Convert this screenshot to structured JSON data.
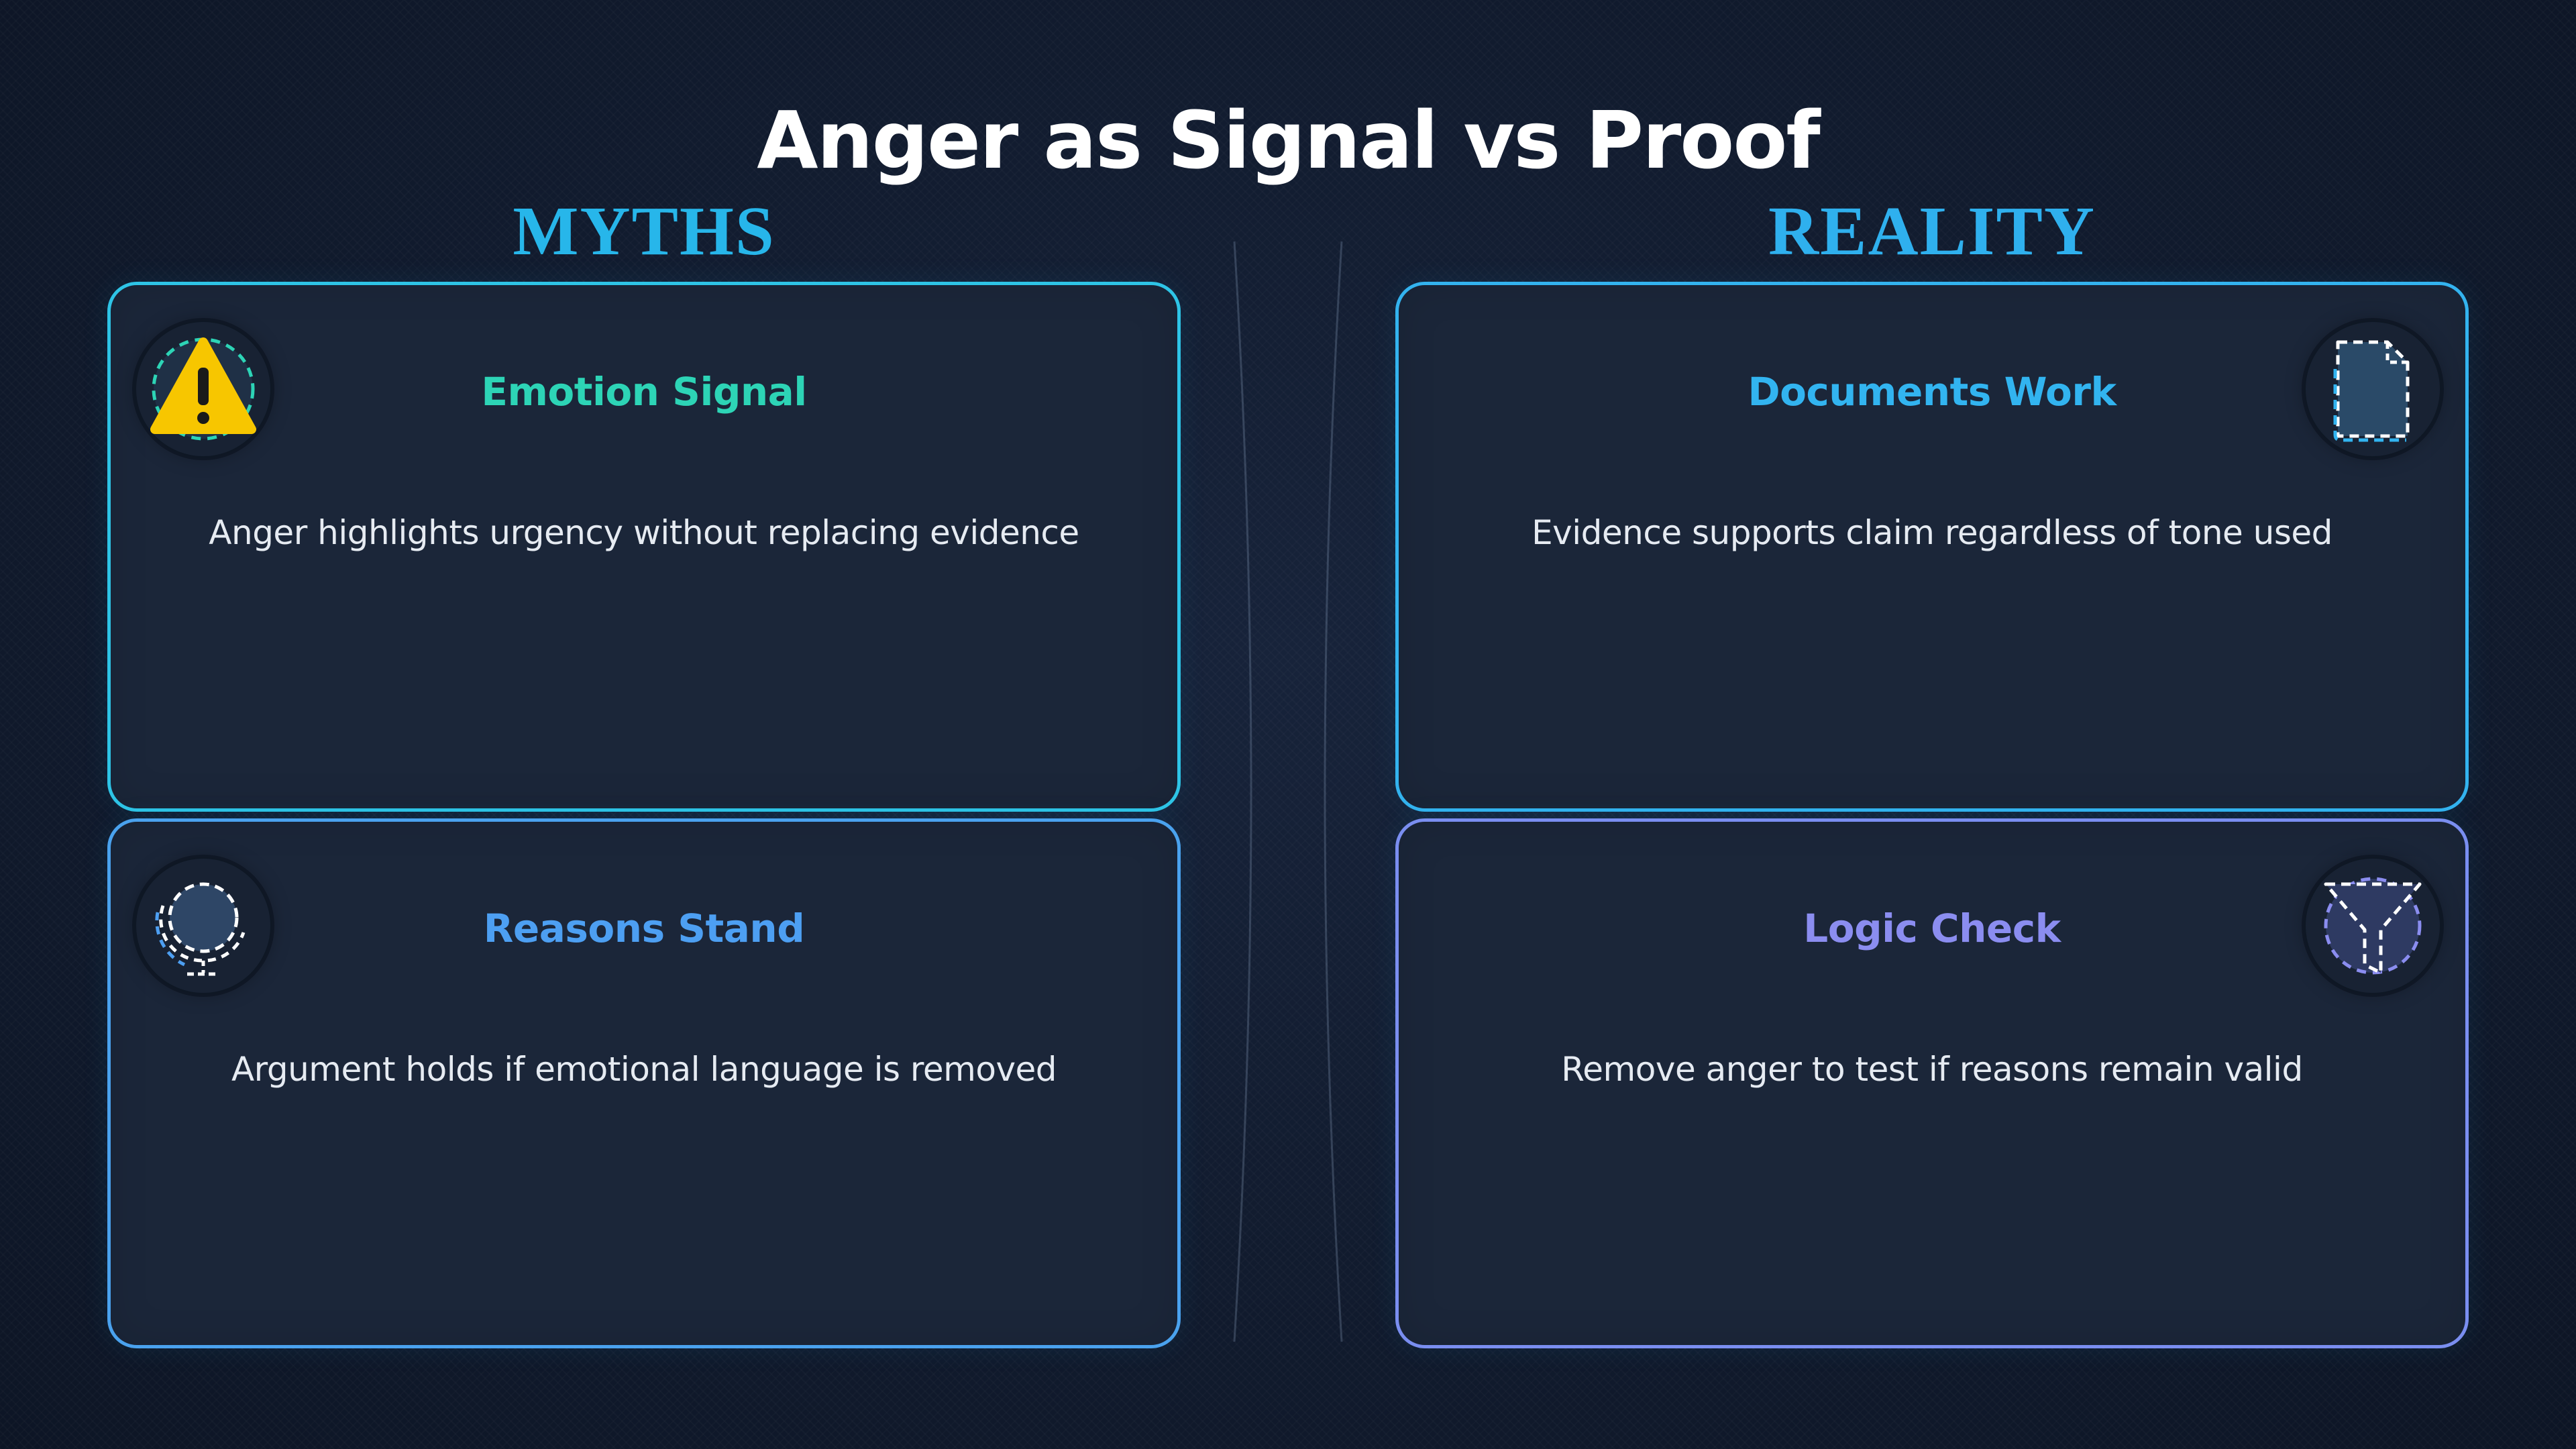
{
  "title": "Anger as Signal vs Proof",
  "columns": {
    "left_heading": "MYTHS",
    "right_heading": "REALITY"
  },
  "cards": [
    {
      "title": "Emotion Signal",
      "description": "Anger highlights urgency without replacing evidence",
      "icon": "warning-icon"
    },
    {
      "title": "Documents Work",
      "description": "Evidence supports claim regardless of tone used",
      "icon": "document-icon"
    },
    {
      "title": "Reasons Stand",
      "description": "Argument holds if emotional language is removed",
      "icon": "globe-stand-icon"
    },
    {
      "title": "Logic Check",
      "description": "Remove anger to test if reasons remain valid",
      "icon": "filter-icon"
    }
  ],
  "colors": {
    "background": "#111b2e",
    "card_background": "#1b2639",
    "heading": "#27b6ea",
    "emotion_signal": "#2dd4b6",
    "documents_work": "#32b4f0",
    "reasons_stand": "#4d9ff2",
    "logic_check": "#8b8df0",
    "warning": "#f7c600"
  }
}
